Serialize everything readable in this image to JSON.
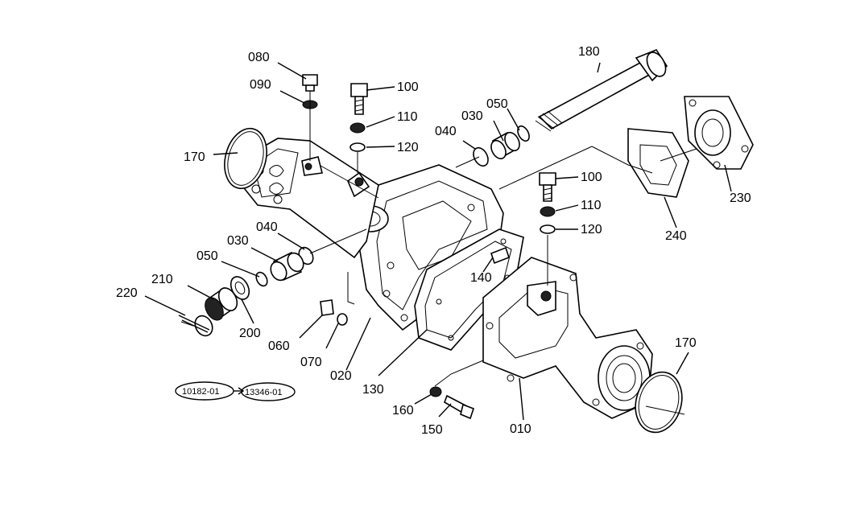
{
  "labels": {
    "l010": "010",
    "l020": "020",
    "l030a": "030",
    "l030b": "030",
    "l040a": "040",
    "l040b": "040",
    "l050a": "050",
    "l050b": "050",
    "l060": "060",
    "l070": "070",
    "l080": "080",
    "l090": "090",
    "l100a": "100",
    "l100b": "100",
    "l110a": "110",
    "l110b": "110",
    "l120a": "120",
    "l120b": "120",
    "l130": "130",
    "l140": "140",
    "l150": "150",
    "l160": "160",
    "l170a": "170",
    "l170b": "170",
    "l180": "180",
    "l200": "200",
    "l210": "210",
    "l220": "220",
    "l230": "230",
    "l240": "240"
  },
  "refs": {
    "left": "10182-01",
    "right": "13346-01"
  }
}
